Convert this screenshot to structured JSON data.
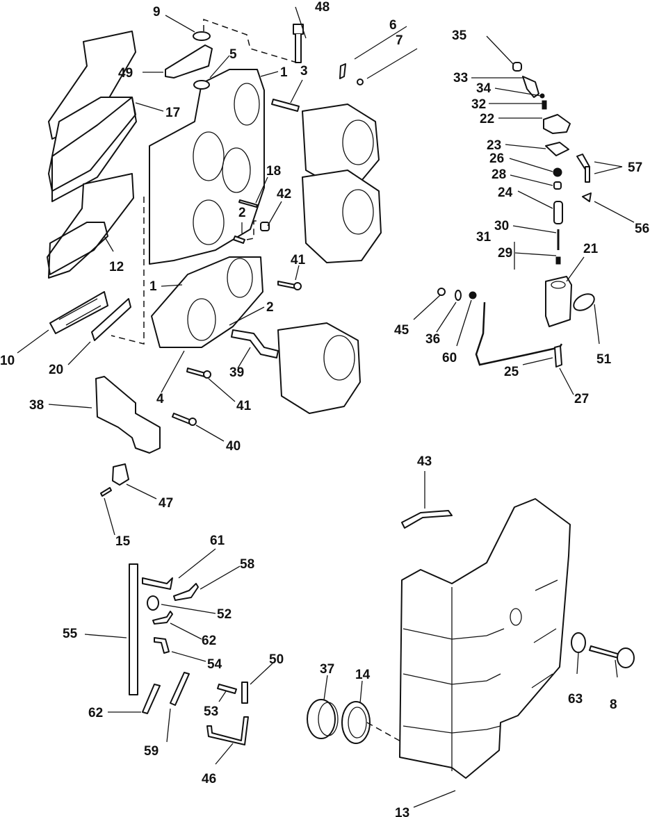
{
  "diagram": {
    "type": "exploded-parts-diagram",
    "subject": "Intake manifold, carburetors, fuel pump and silencer assembly",
    "colors": {
      "ink": "#111111",
      "background": "#ffffff"
    },
    "callouts": [
      {
        "id": "c1a",
        "text": "1"
      },
      {
        "id": "c1b",
        "text": "1"
      },
      {
        "id": "c2a",
        "text": "2"
      },
      {
        "id": "c2b",
        "text": "2"
      },
      {
        "id": "c3",
        "text": "3"
      },
      {
        "id": "c4",
        "text": "4"
      },
      {
        "id": "c5",
        "text": "5"
      },
      {
        "id": "c6",
        "text": "6"
      },
      {
        "id": "c7",
        "text": "7"
      },
      {
        "id": "c8",
        "text": "8"
      },
      {
        "id": "c9",
        "text": "9"
      },
      {
        "id": "c10",
        "text": "10"
      },
      {
        "id": "c12",
        "text": "12"
      },
      {
        "id": "c13",
        "text": "13"
      },
      {
        "id": "c14",
        "text": "14"
      },
      {
        "id": "c15",
        "text": "15"
      },
      {
        "id": "c17",
        "text": "17"
      },
      {
        "id": "c18",
        "text": "18"
      },
      {
        "id": "c20",
        "text": "20"
      },
      {
        "id": "c21",
        "text": "21"
      },
      {
        "id": "c22",
        "text": "22"
      },
      {
        "id": "c23",
        "text": "23"
      },
      {
        "id": "c24",
        "text": "24"
      },
      {
        "id": "c25",
        "text": "25"
      },
      {
        "id": "c26",
        "text": "26"
      },
      {
        "id": "c27",
        "text": "27"
      },
      {
        "id": "c28",
        "text": "28"
      },
      {
        "id": "c29",
        "text": "29"
      },
      {
        "id": "c30",
        "text": "30"
      },
      {
        "id": "c31",
        "text": "31"
      },
      {
        "id": "c32",
        "text": "32"
      },
      {
        "id": "c33",
        "text": "33"
      },
      {
        "id": "c34",
        "text": "34"
      },
      {
        "id": "c35",
        "text": "35"
      },
      {
        "id": "c36",
        "text": "36"
      },
      {
        "id": "c37",
        "text": "37"
      },
      {
        "id": "c38",
        "text": "38"
      },
      {
        "id": "c39",
        "text": "39"
      },
      {
        "id": "c40",
        "text": "40"
      },
      {
        "id": "c41a",
        "text": "41"
      },
      {
        "id": "c41b",
        "text": "41"
      },
      {
        "id": "c42",
        "text": "42"
      },
      {
        "id": "c43",
        "text": "43"
      },
      {
        "id": "c45",
        "text": "45"
      },
      {
        "id": "c46",
        "text": "46"
      },
      {
        "id": "c47",
        "text": "47"
      },
      {
        "id": "c48",
        "text": "48"
      },
      {
        "id": "c49",
        "text": "49"
      },
      {
        "id": "c50",
        "text": "50"
      },
      {
        "id": "c51",
        "text": "51"
      },
      {
        "id": "c52",
        "text": "52"
      },
      {
        "id": "c53",
        "text": "53"
      },
      {
        "id": "c54",
        "text": "54"
      },
      {
        "id": "c55",
        "text": "55"
      },
      {
        "id": "c56",
        "text": "56"
      },
      {
        "id": "c57",
        "text": "57"
      },
      {
        "id": "c58",
        "text": "58"
      },
      {
        "id": "c59",
        "text": "59"
      },
      {
        "id": "c60",
        "text": "60"
      },
      {
        "id": "c61",
        "text": "61"
      },
      {
        "id": "c62a",
        "text": "62"
      },
      {
        "id": "c62b",
        "text": "62"
      },
      {
        "id": "c63",
        "text": "63"
      }
    ]
  }
}
